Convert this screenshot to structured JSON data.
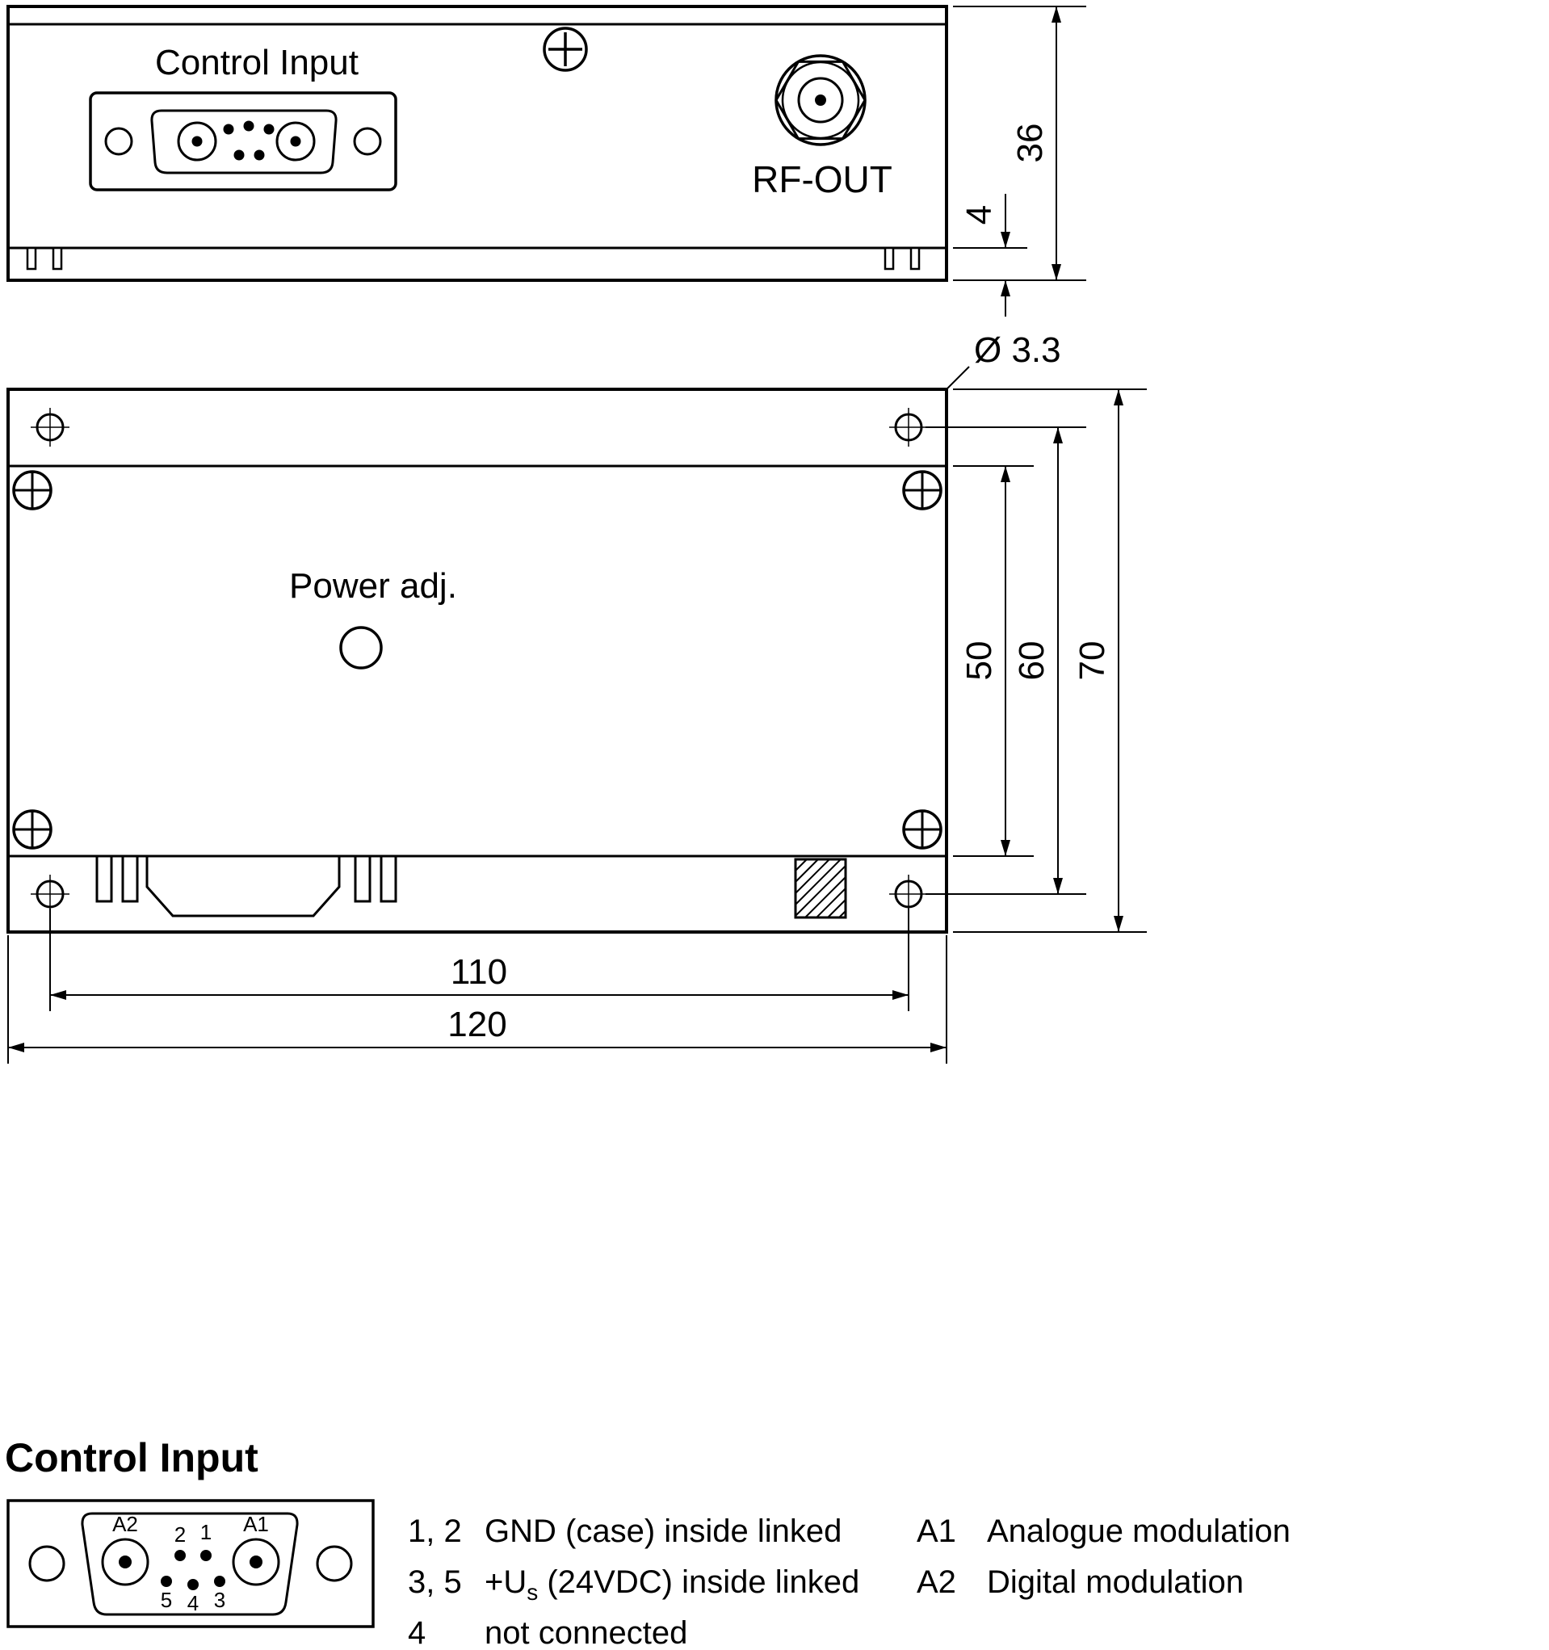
{
  "colors": {
    "ink": "#000000",
    "background": "#ffffff"
  },
  "front_view": {
    "control_input_label": "Control Input",
    "rf_out_label": "RF-OUT",
    "dim_height": "36",
    "dim_flange": "4"
  },
  "top_view": {
    "power_adj_label": "Power adj.",
    "hole_callout": "Ø 3.3",
    "dim_inner_height": "50",
    "dim_hole_span": "60",
    "dim_outer_height": "70",
    "dim_hole_spacing": "110",
    "dim_outer_width": "120"
  },
  "pinout": {
    "heading": "Control Input",
    "pin_labels": {
      "a2": "A2",
      "a1": "A1",
      "p1": "1",
      "p2": "2",
      "p3": "3",
      "p4": "4",
      "p5": "5"
    },
    "legend_rows": [
      {
        "pins": "1, 2",
        "desc": "GND (case) inside linked"
      },
      {
        "pins": "3, 5",
        "desc_prefix": "+U",
        "desc_sub": "s",
        "desc_suffix": " (24VDC) inside linked"
      },
      {
        "pins": "4",
        "desc": "not connected"
      }
    ],
    "modulation_rows": [
      {
        "pins": "A1",
        "desc": "Analogue modulation"
      },
      {
        "pins": "A2",
        "desc": "Digital modulation"
      }
    ]
  }
}
